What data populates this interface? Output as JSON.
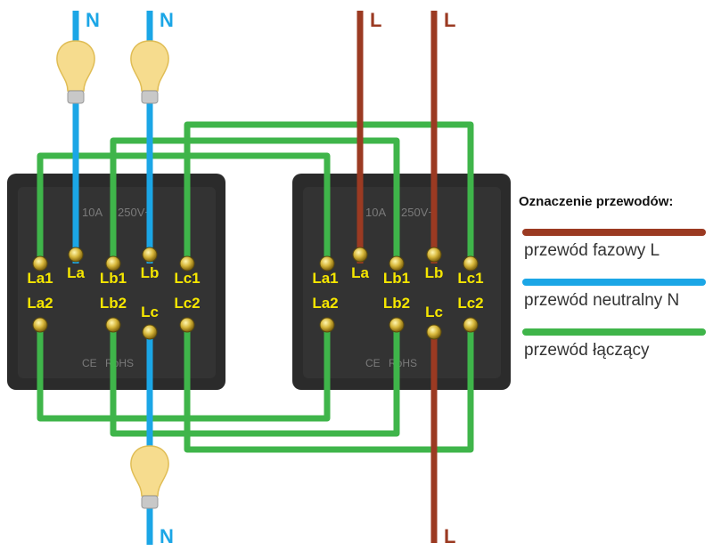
{
  "colors": {
    "phase": "#9b3a22",
    "neutral": "#1ba6e6",
    "link": "#3fb54a",
    "switch_body": "#2b2b2b",
    "terminal_label": "#f5e600",
    "bulb": "#f6dc8e"
  },
  "wire_labels": {
    "neutral": "N",
    "phase": "L"
  },
  "switch_left": {
    "rating": "10A",
    "voltage": "250V~",
    "ce": "CE",
    "rohs": "RoHS",
    "terminals": {
      "La1": "La1",
      "La": "La",
      "Lb1": "Lb1",
      "Lb": "Lb",
      "Lc1": "Lc1",
      "La2": "La2",
      "Lb2": "Lb2",
      "Lc": "Lc",
      "Lc2": "Lc2"
    }
  },
  "switch_right": {
    "rating": "10A",
    "voltage": "250V~",
    "ce": "CE",
    "rohs": "RoHS",
    "terminals": {
      "La1": "La1",
      "La": "La",
      "Lb1": "Lb1",
      "Lb": "Lb",
      "Lc1": "Lc1",
      "La2": "La2",
      "Lb2": "Lb2",
      "Lc": "Lc",
      "Lc2": "Lc2"
    }
  },
  "legend": {
    "title": "Oznaczenie przewodów:",
    "items": [
      {
        "label": "przewód fazowy L",
        "color": "#9b3a22"
      },
      {
        "label": "przewód neutralny N",
        "color": "#1ba6e6"
      },
      {
        "label": "przewód łączący",
        "color": "#3fb54a"
      }
    ]
  }
}
